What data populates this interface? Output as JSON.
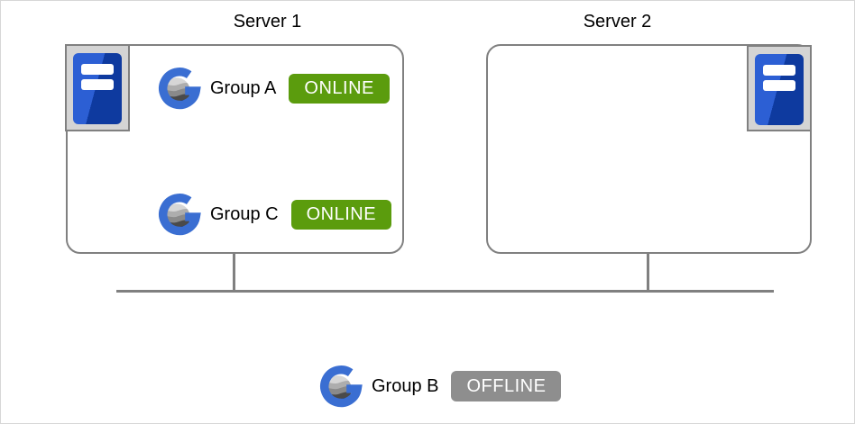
{
  "canvas": {
    "background": "#ffffff",
    "border_color": "#d7d7d7"
  },
  "servers": [
    {
      "title": "Server 1",
      "groups": [
        {
          "name": "Group A",
          "status": "ONLINE"
        },
        {
          "name": "Group C",
          "status": "ONLINE"
        }
      ]
    },
    {
      "title": "Server 2",
      "groups": []
    }
  ],
  "standalone_group": {
    "name": "Group B",
    "status": "OFFLINE"
  },
  "status_colors": {
    "online": "#5b9c0d",
    "offline": "#8e8e8e"
  },
  "line_color": "#808080",
  "icons": {
    "server": "server-tower-icon",
    "group": "group-globe-icon"
  }
}
